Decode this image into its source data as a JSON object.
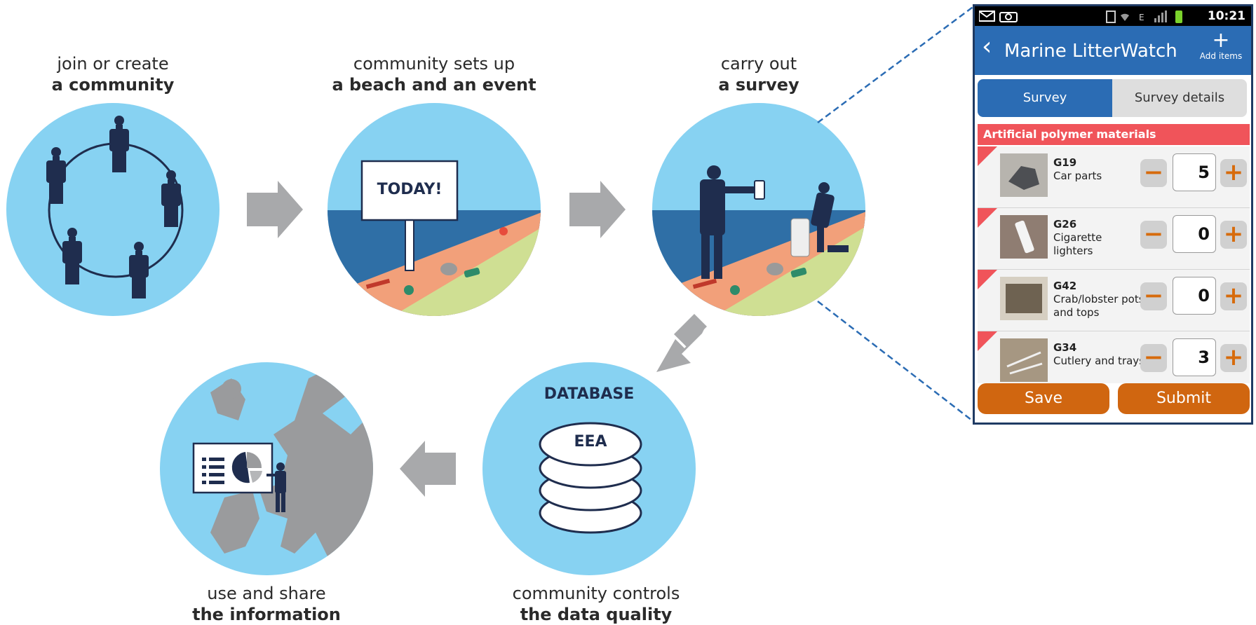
{
  "steps": [
    {
      "line1": "join or create",
      "line2": "a community"
    },
    {
      "line1": "community sets up",
      "line2": "a beach and an event"
    },
    {
      "line1": "carry out",
      "line2": "a survey"
    },
    {
      "line1": "community controls",
      "line2": "the data quality"
    },
    {
      "line1": "use and share",
      "line2": "the information"
    }
  ],
  "sign_text": "TODAY!",
  "database": {
    "heading": "DATABASE",
    "label": "EEA"
  },
  "colors": {
    "circle": "#87d2f2",
    "arrow": "#a8a9ab",
    "figure": "#1f2d4e",
    "sea": "#2f6fa6",
    "sand": "#f2a07a",
    "grass": "#cfdf93",
    "accent": "#2b6cb4",
    "button": "#d06610",
    "category": "#f0545a"
  },
  "phone": {
    "time": "10:21",
    "app_title": "Marine LitterWatch",
    "back_icon": "chevron-left-icon",
    "add_label": "Add items",
    "tabs": [
      "Survey",
      "Survey details"
    ],
    "category": "Artificial polymer materials",
    "items": [
      {
        "code": "G19",
        "name": "Car parts",
        "count": "5"
      },
      {
        "code": "G26",
        "name": "Cigarette lighters",
        "count": "0"
      },
      {
        "code": "G42",
        "name": "Crab/lobster pots and tops",
        "count": "0"
      },
      {
        "code": "G34",
        "name": "Cutlery and trays",
        "count": "3"
      }
    ],
    "save_label": "Save",
    "submit_label": "Submit"
  }
}
